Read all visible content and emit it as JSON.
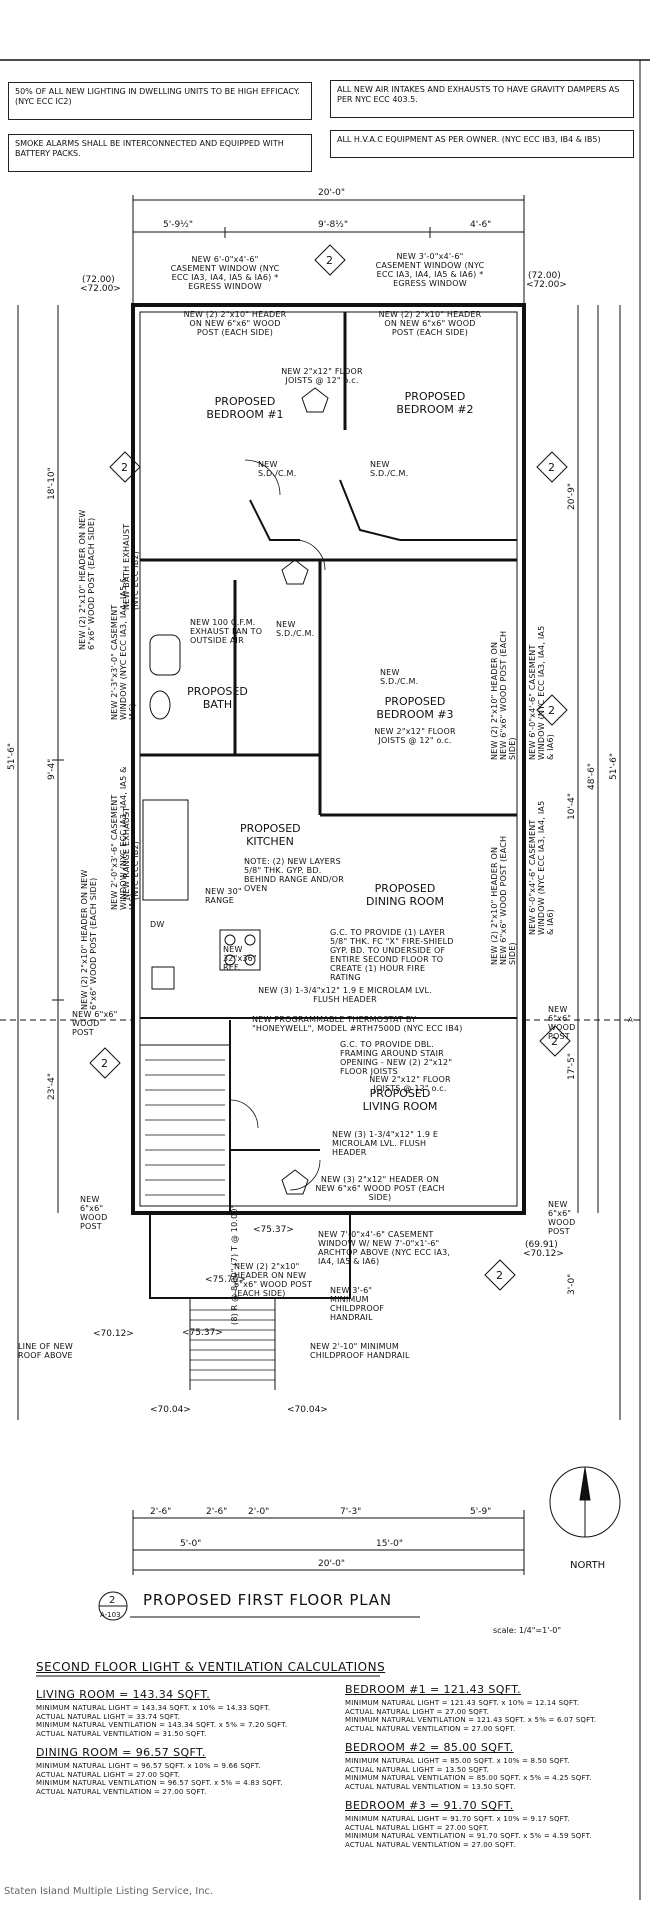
{
  "notes": {
    "lighting": "50% OF ALL NEW LIGHTING IN DWELLING UNITS TO BE HIGH EFFICACY. (NYC ECC IC2)",
    "smoke": "SMOKE ALARMS SHALL BE INTERCONNECTED AND EQUIPPED WITH BATTERY PACKS.",
    "air": "ALL NEW AIR INTAKES AND EXHAUSTS TO HAVE GRAVITY DAMPERS AS PER NYC ECC 403.5.",
    "hvac": "ALL H.V.A.C EQUIPMENT AS PER OWNER. (NYC ECC IB3, IB4 & IB5)"
  },
  "dims": {
    "top_total": "20'-0\"",
    "top_a": "5'-9½\"",
    "top_b": "9'-8½\"",
    "top_c": "4'-6\"",
    "bottom_a": "2'-6\"",
    "bottom_b": "2'-6\"",
    "bottom_c": "2'-0\"",
    "bottom_d": "7'-3\"",
    "bottom_e": "5'-9\"",
    "bottom_f": "5'-0\"",
    "bottom_g": "15'-0\"",
    "bottom_total": "20'-0\"",
    "left_1": "18'-10\"",
    "left_2": "9'-4\"",
    "left_3": "23'-4\"",
    "left_total": "51'-6\"",
    "right_1": "20'-9\"",
    "right_2": "10'-4\"",
    "right_3": "17'-5\"",
    "right_4": "3'-0\"",
    "right_5": "48'-6\"",
    "right_total": "51'-6\"",
    "elev_tl": "(72.00)",
    "elev_tl2": "<72.00>",
    "elev_tr": "(72.00)",
    "elev_tr2": "<72.00>",
    "elev_r": "(69.91)",
    "elev_r2": "<70.12>",
    "elev_l": "<70.12>",
    "elev_b1": "<70.04>",
    "elev_b2": "<70.04>",
    "elev_c1": "<75.37>",
    "elev_c2": "<75.70>",
    "elev_c3": "<75.37>"
  },
  "rooms": {
    "bed1": "PROPOSED BEDROOM #1",
    "bed2": "PROPOSED BEDROOM #2",
    "bed3": "PROPOSED BEDROOM #3",
    "bath": "PROPOSED BATH",
    "kitchen": "PROPOSED KITCHEN",
    "dining": "PROPOSED DINING ROOM",
    "living": "PROPOSED LIVING ROOM"
  },
  "labels": {
    "window_top1": "NEW 6'-0\"x4'-6\" CASEMENT WINDOW (NYC ECC IA3, IA4, IA5 & IA6) * EGRESS WINDOW",
    "window_top2": "NEW 3'-0\"x4'-6\" CASEMENT WINDOW (NYC ECC IA3, IA4, IA5 & IA6) * EGRESS WINDOW",
    "header_top1": "NEW (2) 2\"x10\" HEADER ON NEW 6\"x6\" WOOD POST (EACH SIDE)",
    "header_top2": "NEW (2) 2\"x10\" HEADER ON NEW 6\"x6\" WOOD POST (EACH SIDE)",
    "floor_joists": "NEW 2\"x12\" FLOOR JOISTS @ 12\" o.c.",
    "sdcm": "NEW S.D./C.M.",
    "exhaust": "NEW 100 C.F.M. EXHAUST FAN TO OUTSIDE AIR",
    "kitchen_note": "NOTE: (2) NEW LAYERS 5/8\" THK. GYP. BD. BEHIND RANGE AND/OR OVEN",
    "gc_note": "G.C. TO PROVIDE (1) LAYER 5/8\" THK. FC \"X\" FIRE-SHIELD GYP. BD. TO UNDERSIDE OF ENTIRE SECOND FLOOR TO CREATE (1) HOUR FIRE RATING",
    "microlam1": "NEW (3) 1-3/4\"x12\" 1.9 E MICROLAM LVL. FLUSH HEADER",
    "thermostat": "NEW PROGRAMMABLE THERMOSTAT BY \"HONEYWELL\", MODEL #RTH7500D (NYC ECC IB4)",
    "stair_note": "G.C. TO PROVIDE DBL. FRAMING AROUND STAIR OPENING - NEW (2) 2\"x12\" FLOOR JOISTS",
    "microlam2": "NEW (3) 1-3/4\"x12\" 1.9 E MICROLAM LVL. FLUSH HEADER",
    "header_living": "NEW (3) 2\"x12\" HEADER ON NEW 6\"x6\" WOOD POST (EACH SIDE)",
    "front_window": "NEW 7'-0\"x4'-6\" CASEMENT WINDOW W/ NEW 7'-0\"x1'-6\" ARCHTOP ABOVE (NYC ECC IA3, IA4, IA5 & IA6)",
    "header_front": "NEW (2) 2\"x10\" HEADER ON NEW 6\"x6\" WOOD POST (EACH SIDE)",
    "childproof": "NEW 3'-6\" MINIMUM CHILDPROOF HANDRAIL",
    "handrail": "NEW 2'-10\" MINIMUM CHILDPROOF HANDRAIL",
    "roof_line": "LINE OF NEW ROOF ABOVE",
    "post_left": "NEW 6\"x6\" WOOD POST",
    "post_right": "NEW 6\"x6\" WOOD POST",
    "risers": "(8) R @ 8.00\" (7) T @ 10.00\"",
    "north": "NORTH",
    "range": "NEW 30\" RANGE",
    "dw": "DW",
    "ref": "NEW 32\"x36\" REF.",
    "tag_a": "A-103",
    "tag_num": "2",
    "tag_a_side": "A-"
  },
  "side_labels": {
    "left_win1": "NEW 2'-3\"x3'-0\" CASEMENT WINDOW (NYC ECC IA3, IA4, IA5 & IA6)",
    "left_hdr1": "NEW (2) 2\"x10\" HEADER ON NEW 6\"x6\" WOOD POST (EACH SIDE)",
    "left_bath_ex": "NEW BATH EXHAUST (NYC ECC IB2)",
    "left_win2": "NEW 2'-0\"x3'-6\" CASEMENT WINDOW (NYC ECC IA3, IA4, IA5 & IA6)",
    "left_hdr2": "NEW (2) 2\"x10\" HEADER ON NEW 6\"x6\" WOOD POST (EACH SIDE)",
    "left_range": "NEW RANGE EXHAUST (NYC ECC IB2)",
    "right_win1": "NEW 6'-0\"x4'-6\" CASEMENT WINDOW (NYC ECC IA3, IA4, IA5 & IA6)",
    "right_hdr1": "NEW (2) 2\"x10\" HEADER ON NEW 6\"x6\" WOOD POST (EACH SIDE)",
    "right_win2": "NEW 6'-0\"x4'-6\" CASEMENT WINDOW (NYC ECC IA3, IA4, IA5 & IA6)",
    "right_hdr2": "NEW (2) 2\"x10\" HEADER ON NEW 6\"x6\" WOOD POST (EACH SIDE)"
  },
  "title": "PROPOSED FIRST FLOOR PLAN",
  "scale": "scale: 1/4\"=1'-0\"",
  "calc": {
    "heading": "SECOND FLOOR LIGHT & VENTILATION CALCULATIONS",
    "left": [
      {
        "room": "LIVING ROOM = 143.34 SQFT.",
        "lines": [
          "MINIMUM NATURAL LIGHT = 143.34 SQFT. x 10% = 14.33 SQFT.",
          "ACTUAL NATURAL LIGHT = 33.74 SQFT.",
          "MINIMUM NATURAL VENTILATION = 143.34 SQFT. x 5% = 7.20 SQFT.",
          "ACTUAL NATURAL VENTILATION = 31.50 SQFT."
        ]
      },
      {
        "room": "DINING ROOM = 96.57 SQFT.",
        "lines": [
          "MINIMUM NATURAL LIGHT = 96.57 SQFT. x 10% = 9.66 SQFT.",
          "ACTUAL NATURAL LIGHT = 27.00 SQFT.",
          "MINIMUM NATURAL VENTILATION = 96.57 SQFT. x 5% = 4.83 SQFT.",
          "ACTUAL NATURAL VENTILATION = 27.00 SQFT."
        ]
      }
    ],
    "right": [
      {
        "room": "BEDROOM #1 = 121.43 SQFT.",
        "lines": [
          "MINIMUM NATURAL LIGHT = 121.43 SQFT. x 10% = 12.14 SQFT.",
          "ACTUAL NATURAL LIGHT = 27.00 SQFT.",
          "MINIMUM NATURAL VENTILATION = 121.43 SQFT. x 5% = 6.07 SQFT.",
          "ACTUAL NATURAL VENTILATION = 27.00 SQFT."
        ]
      },
      {
        "room": "BEDROOM #2 = 85.00 SQFT.",
        "lines": [
          "MINIMUM NATURAL LIGHT = 85.00 SQFT. x 10% = 8.50 SQFT.",
          "ACTUAL NATURAL LIGHT = 13.50 SQFT.",
          "MINIMUM NATURAL VENTILATION = 85.00 SQFT. x 5% = 4.25 SQFT.",
          "ACTUAL NATURAL VENTILATION = 13.50 SQFT."
        ]
      },
      {
        "room": "BEDROOM #3 = 91.70 SQFT.",
        "lines": [
          "MINIMUM NATURAL LIGHT = 91.70 SQFT. x 10% = 9.17 SQFT.",
          "ACTUAL NATURAL LIGHT = 27.00 SQFT.",
          "MINIMUM NATURAL VENTILATION = 91.70 SQFT. x 5% = 4.59 SQFT.",
          "ACTUAL NATURAL VENTILATION = 27.00 SQFT."
        ]
      }
    ]
  },
  "footer": "Staten Island Multiple Listing Service, Inc."
}
